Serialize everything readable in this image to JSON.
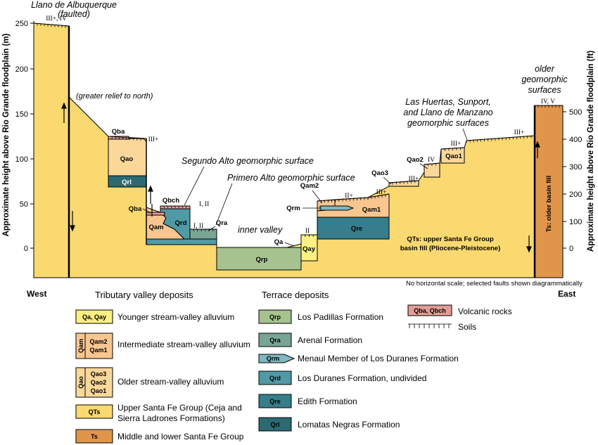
{
  "colors": {
    "qts": "#fad970",
    "ts": "#e1954a",
    "qao": "#fbd79a",
    "qam": "#f9c690",
    "qay": "#fbf082",
    "qrp": "#a6c28e",
    "qra": "#79a595",
    "qrm": "#7fb8be",
    "qrd": "#4f9aa5",
    "qre": "#367e8b",
    "qrl": "#2c6a72",
    "volcanic": "#e39d96",
    "line": "#000000"
  },
  "axes": {
    "left_title": "Approximate height above Rio Grande floodplain (m)",
    "right_title": "Approximate height above Rio Grande floodplain (ft)",
    "left_ticks": [
      "250",
      "200",
      "150",
      "100",
      "50",
      "0"
    ],
    "right_ticks": [
      "500",
      "400",
      "300",
      "200",
      "100",
      "0"
    ],
    "left_range_m": [
      0,
      250
    ],
    "right_range_ft": [
      0,
      500
    ]
  },
  "directions": {
    "west": "West",
    "east": "East"
  },
  "annotations": {
    "llano_1": "Llano de Albuquerque",
    "llano_2": "(faulted)",
    "relief": "(greater relief to north)",
    "segundo": "Segundo Alto geomorphic surface",
    "primero": "Primero Alto geomorphic surface",
    "inner": "inner valley",
    "huertas_1": "Las Huertas, Sunport,",
    "huertas_2": "and Llano de Manzano",
    "huertas_3": "geomorphic surfaces",
    "older_1": "older",
    "older_2": "geomorphic",
    "older_3": "surfaces",
    "qts_1": "QTs: upper Santa Fe Group",
    "qts_2": "basin fill (Pliocene-Pleistocene)",
    "ts": "Ts: older basin fill",
    "note": "No horizontal scale; selected faults shown diagrammatically"
  },
  "units": {
    "qba_top": "Qba",
    "qao": "Qao",
    "qrl": "Qrl",
    "qba_low": "Qba",
    "qbch": "Qbch",
    "qam": "Qam",
    "qrd": "Qrd",
    "qra": "Qra",
    "qrp": "Qrp",
    "qa": "Qa",
    "qay": "Qay",
    "qam2": "Qam2",
    "qrm": "Qrm",
    "qam1": "Qam1",
    "qre": "Qre",
    "qao3": "Qao3",
    "qao2": "Qao2",
    "qao1": "Qao1"
  },
  "soil_labels": {
    "s1": "III+, IV",
    "s2": "III+",
    "s3": "I, II",
    "s4": "I, II",
    "s5": "II",
    "s6": "II+",
    "s7": "III+",
    "s8": "III+",
    "s9": "IV",
    "s10": "III+",
    "s11": "III+",
    "s12": "IV, V"
  },
  "legend": {
    "tributary_header": "Tributary valley deposits",
    "terrace_header": "Terrace deposits",
    "tributary": [
      {
        "code": "Qa, Qay",
        "text": "Younger stream-valley alluvium"
      },
      {
        "code_main": "Qam",
        "codes": [
          "Qam2",
          "Qam1"
        ],
        "text": "Intermediate stream-valley alluvium"
      },
      {
        "code_main": "Qao",
        "codes": [
          "Qao3",
          "Qao2",
          "Qao1"
        ],
        "text": "Older stream-valley alluvium"
      },
      {
        "code": "QTs",
        "text_1": "Upper Santa Fe Group (Ceja and",
        "text_2": "Sierra Ladrones Formations)"
      },
      {
        "code": "Ts",
        "text": "Middle and lower Santa Fe Group"
      }
    ],
    "terrace": [
      {
        "code": "Qrp",
        "text": "Los Padillas Formation"
      },
      {
        "code": "Qra",
        "text": "Arenal Formation"
      },
      {
        "code": "Qrm",
        "text": "Menaul Member of Los Duranes Formation"
      },
      {
        "code": "Qrd",
        "text": "Los Duranes Formation, undivided"
      },
      {
        "code": "Qre",
        "text": "Edith Formation"
      },
      {
        "code": "Qrl",
        "text": "Lomatas Negras Formation"
      }
    ],
    "volcanic": {
      "code": "Qba, Qbch",
      "text": "Volcanic rocks"
    },
    "soils": "Soils"
  }
}
